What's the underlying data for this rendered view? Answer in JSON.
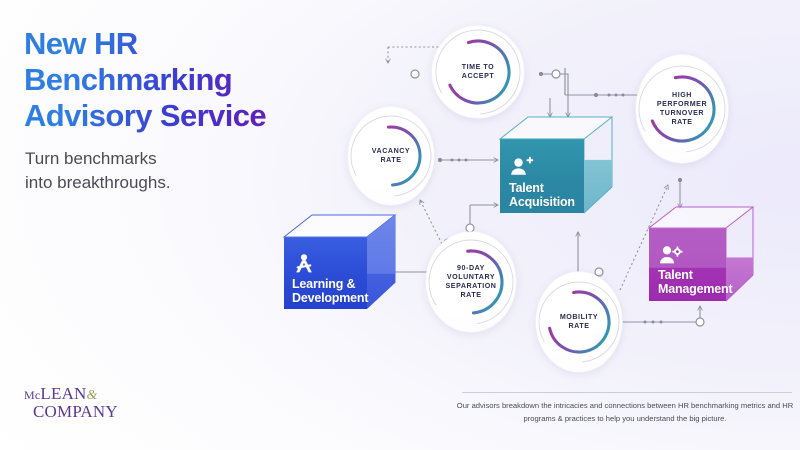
{
  "headline": "New HR\nBenchmarking\nAdvisory Service",
  "subhead": "Turn benchmarks\ninto breakthroughs.",
  "logo": {
    "line1_small": "Mc",
    "line1_caps": "LEAN",
    "ampersand": "&",
    "line2": "COMPANY"
  },
  "footer": {
    "text": "Our advisors breakdown the intricacies and connections between HR benchmarking metrics and HR programs & practices to help you understand the big picture."
  },
  "colors": {
    "headline_start": "#2f7fe3",
    "headline_end": "#7c1fa8",
    "gauge_arc_top": "#c0288f",
    "gauge_arc_bottom": "#2a9fb5",
    "talent_acquisition": "#2c8aa6",
    "learning_development": "#2d4fd7",
    "talent_management": "#a844b8",
    "background": "#f1f0fb"
  },
  "diagram": {
    "metrics": [
      {
        "id": "time-to-accept",
        "label": "TIME TO\nACCEPT"
      },
      {
        "id": "vacancy-rate",
        "label": "VACANCY\nRATE"
      },
      {
        "id": "high-performer-turnover-rate",
        "label": "HIGH\nPERFORMER\nTURNOVER\nRATE"
      },
      {
        "id": "ninety-day-voluntary-separation-rate",
        "label": "90-DAY\nVOLUNTARY\nSEPARATION\nRATE"
      },
      {
        "id": "mobility-rate",
        "label": "MOBILITY\nRATE"
      }
    ],
    "programs": [
      {
        "id": "talent-acquisition",
        "label": "Talent\nAcquisition",
        "icon": "user-plus-icon"
      },
      {
        "id": "learning-development",
        "label": "Learning &\nDevelopment",
        "icon": "compass-icon"
      },
      {
        "id": "talent-management",
        "label": "Talent\nManagement",
        "icon": "user-gear-icon"
      }
    ]
  }
}
